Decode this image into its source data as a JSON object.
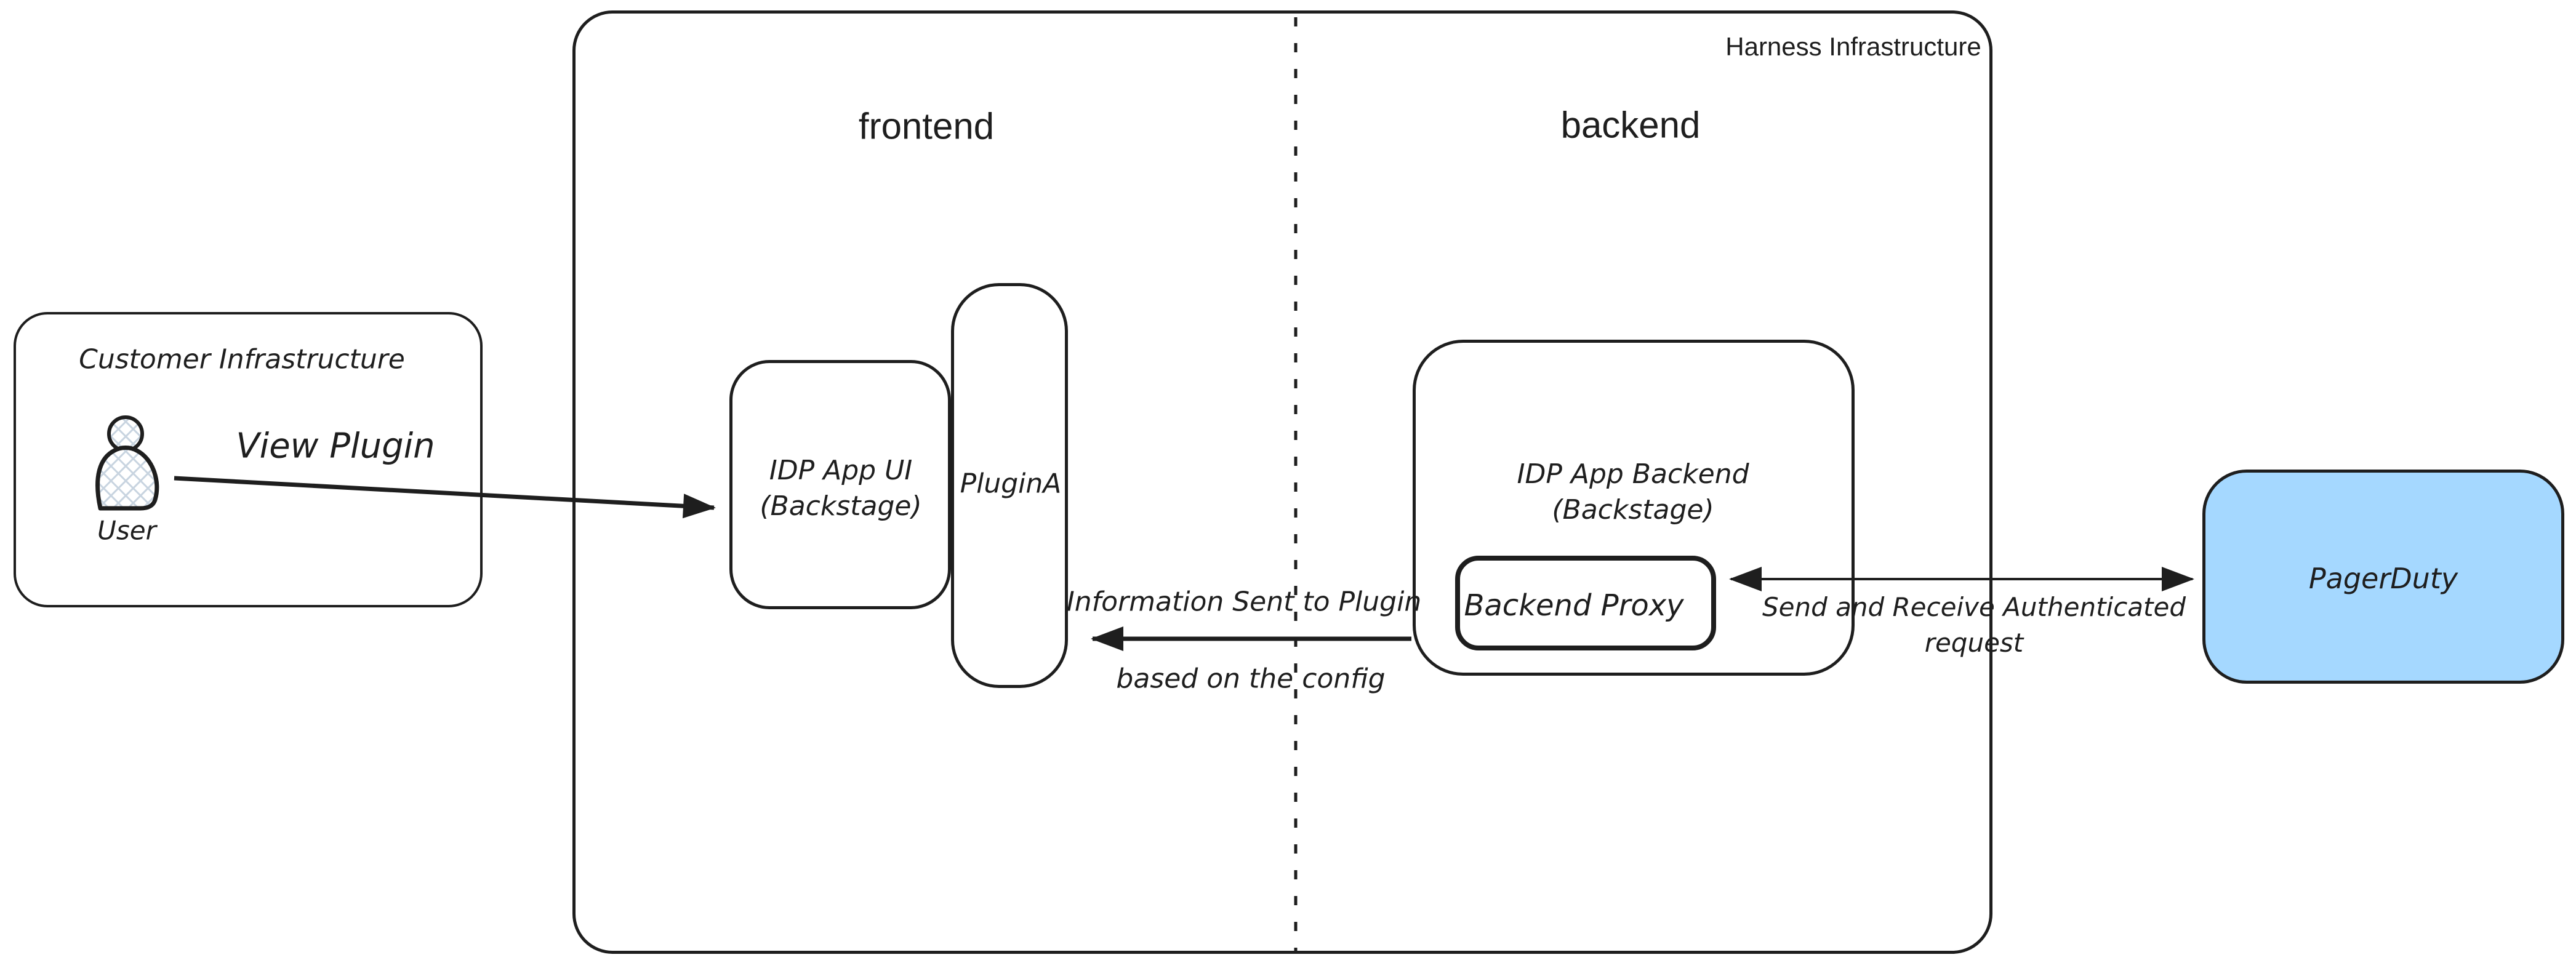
{
  "colors": {
    "stroke": "#1e1e1e",
    "pagerduty-fill": "#a5d8ff",
    "hatch": "#c8d4e0"
  },
  "customer": {
    "title": "Customer Infrastructure",
    "user": "User"
  },
  "harness": {
    "title": "Harness Infrastructure",
    "frontend": "frontend",
    "backend": "backend"
  },
  "nodes": {
    "idp_ui_line1": "IDP App UI",
    "idp_ui_line2": "(Backstage)",
    "plugin_a": "PluginA",
    "idp_backend_line1": "IDP App Backend",
    "idp_backend_line2": "(Backstage)",
    "backend_proxy": "Backend Proxy",
    "pagerduty": "PagerDuty"
  },
  "edges": {
    "view_plugin": "View Plugin",
    "info_line1": "Information Sent to Plugin",
    "info_line2": "based on the config",
    "auth_line1": "Send and Receive Authenticated",
    "auth_line2": "request"
  }
}
